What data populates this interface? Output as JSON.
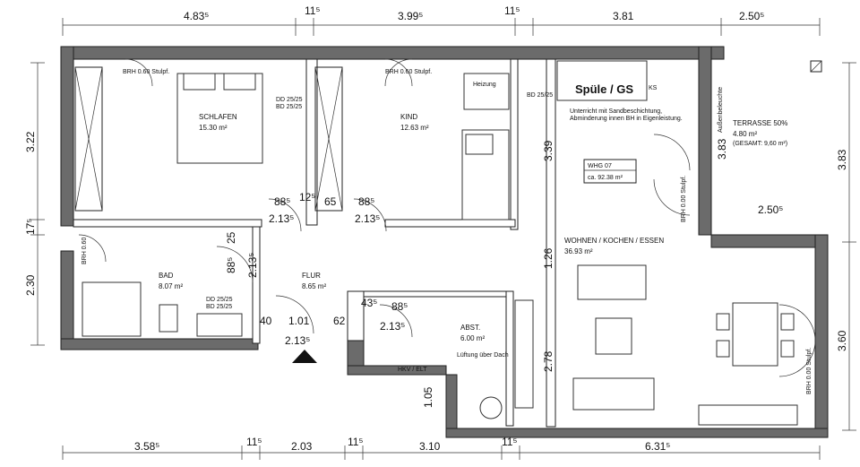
{
  "dims_top": [
    "4.83⁵",
    "11⁵",
    "3.99⁵",
    "11⁵",
    "3.81",
    "2.50⁵"
  ],
  "dims_bottom": [
    "3.58⁵",
    "11⁵",
    "2.03",
    "11⁵",
    "3.10",
    "11⁵",
    "6.31⁵"
  ],
  "dims_left": [
    "3.22",
    "17⁵",
    "2.30"
  ],
  "dims_right": [
    "3.83",
    "3.60"
  ],
  "inner_dims": {
    "d_3_39": "3.39",
    "d_3_83": "3.83",
    "d_2_50": "2.50⁵",
    "d_1_26": "1.26",
    "d_2_78": "2.78",
    "d_1_05": "1.05",
    "d_88a": "88⁵",
    "d_12": "12⁵",
    "d_65": "65",
    "d_88b": "88⁵",
    "d_213a": "2.13⁵",
    "d_213b": "2.13⁵",
    "d_25": "25",
    "d_88c": "88⁵",
    "d_213c": "2.13⁵",
    "d_40": "40",
    "d_101": "1.01",
    "d_62": "62",
    "d_213d": "2.13⁵",
    "d_43": "43⁵",
    "d_88d": "88⁵",
    "d_213e": "2.13⁵"
  },
  "rooms": {
    "schlafen": {
      "name": "SCHLAFEN",
      "area": "15.30 m²"
    },
    "kind": {
      "name": "KIND",
      "area": "12.63 m²"
    },
    "bad": {
      "name": "BAD",
      "area": "8.07 m²"
    },
    "flur": {
      "name": "FLUR",
      "area": "8.65 m²"
    },
    "abst": {
      "name": "ABST.",
      "area": "6.00 m²"
    },
    "wohnen": {
      "name": "WOHNEN / KOCHEN / ESSEN",
      "area": "36.93 m²"
    },
    "terrasse": {
      "name": "TERRASSE 50%",
      "area": "4.80 m²",
      "total": "(GESAMT: 9,60 m²)"
    }
  },
  "notes": {
    "spuele": "Spüle / GS",
    "ks": "KS",
    "kitchen_note1": "Unterricht mit Sandbeschichtung,",
    "kitchen_note2": "Abminderung innen BH in Eigenleistung.",
    "whg_label": "WHG 07",
    "whg_area": "ca. 92.38 m²",
    "dd1": "DD 25/25",
    "dd2": "BD 25/25",
    "dd3": "DD 25/25",
    "dd4": "BD 25/25",
    "bd_kitchen": "BD 25/25",
    "hkv": "HKV / ELT",
    "luftung": "Lüftung über Dach",
    "heizung": "Heizung",
    "aussen": "Außenbeleuchte",
    "brh1": "BRH 0.60 Stulpf.",
    "brh2": "BRH 0.60 Stulpf.",
    "brh3": "BRH 0.60",
    "brh4": "BRH 0.00 Stulpf.",
    "brh5": "BRH 0.00 Stulpf."
  }
}
